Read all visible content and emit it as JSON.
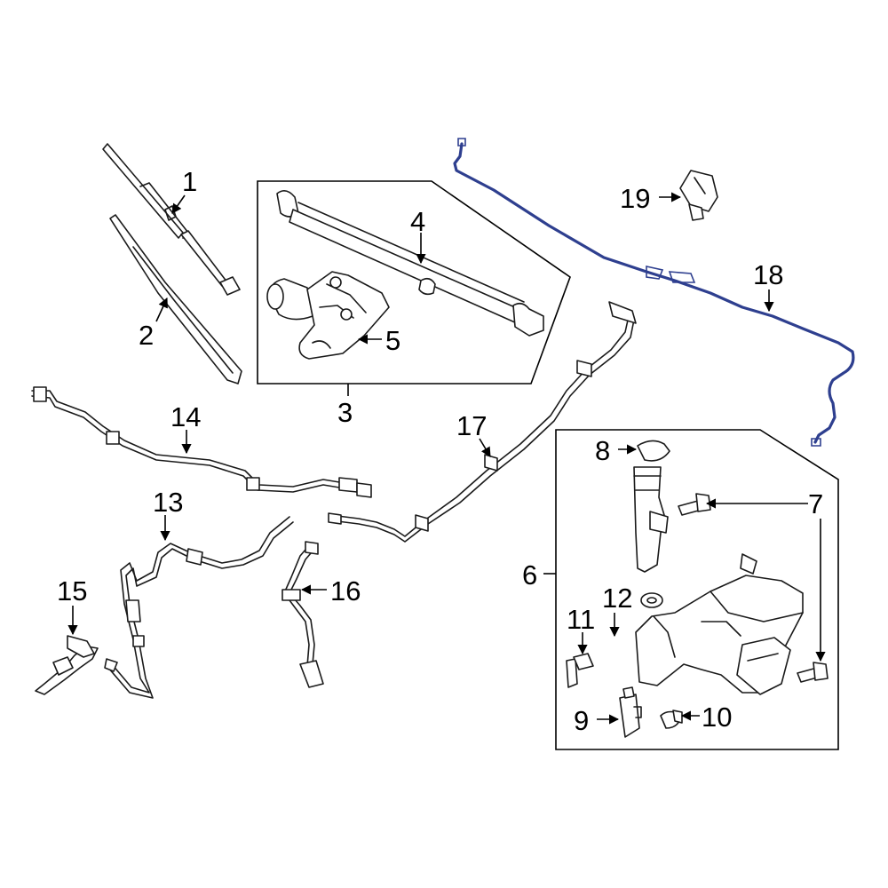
{
  "callouts": {
    "c1": "1",
    "c2": "2",
    "c3": "3",
    "c4": "4",
    "c5": "5",
    "c6": "6",
    "c7": "7",
    "c8": "8",
    "c9": "9",
    "c10": "10",
    "c11": "11",
    "c12": "12",
    "c13": "13",
    "c14": "14",
    "c15": "15",
    "c16": "16",
    "c17": "17",
    "c18": "18",
    "c19": "19"
  },
  "colors": {
    "line": "#1a1a1a",
    "highlight": "#2e3f8f",
    "background": "#ffffff"
  }
}
